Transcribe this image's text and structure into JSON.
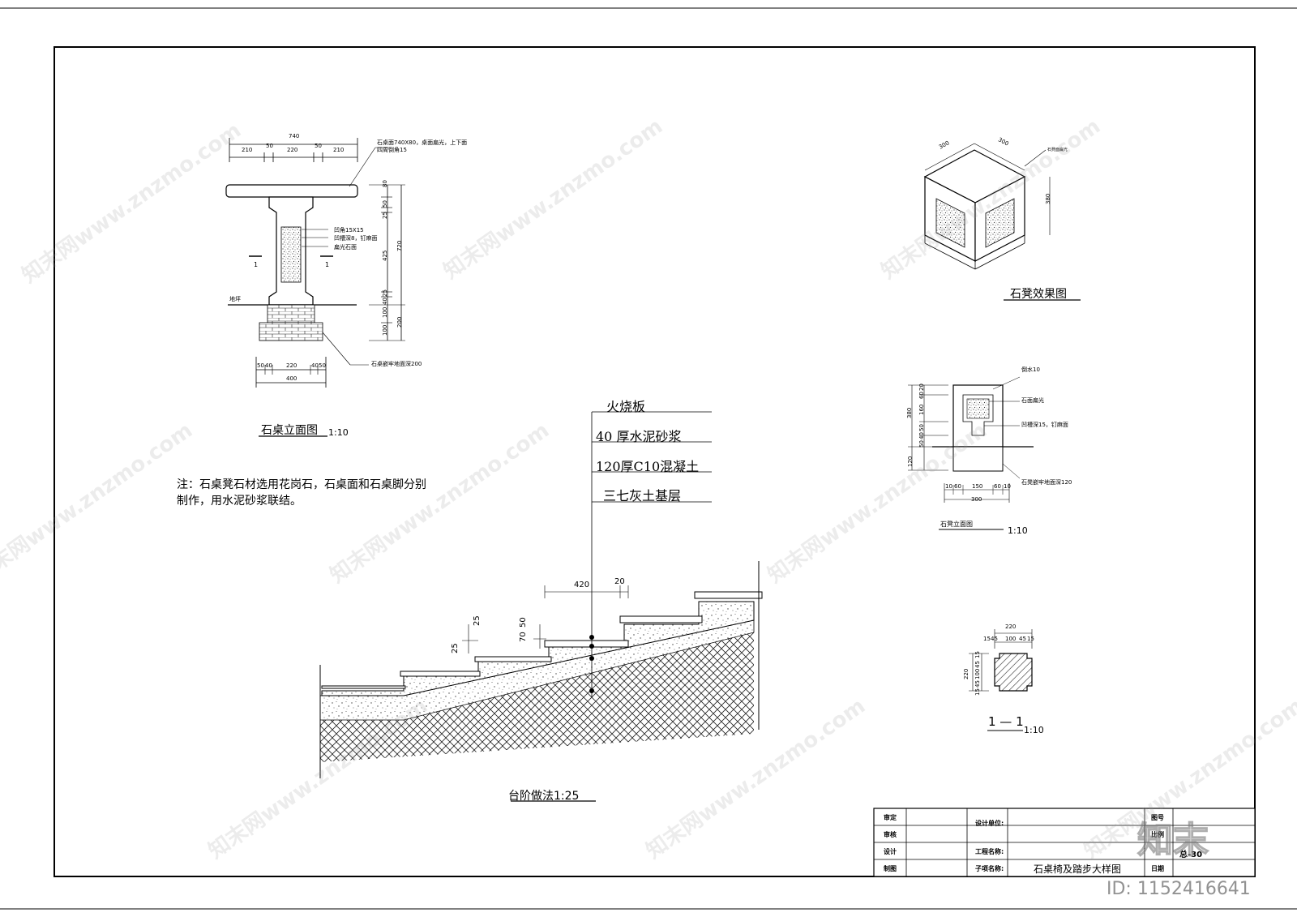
{
  "table_elevation": {
    "title": "石桌立面图",
    "scale": "1:10",
    "top_dim_total": "740",
    "top_dims": [
      "210",
      "50",
      "220",
      "50",
      "210"
    ],
    "top_note": "石桌面740X80，桌面扁光，上下面四周倒角15",
    "callouts": [
      "凹角15X15",
      "凹槽深8，钉麻面",
      "扁光石面"
    ],
    "ground_label": "地坪",
    "section_marks": [
      "1",
      "1"
    ],
    "right_dims_inner": [
      "80",
      "50",
      "25",
      "425",
      "25",
      "40",
      "100",
      "100"
    ],
    "right_dims_outer": [
      "720",
      "200"
    ],
    "bottom_dims": [
      "50",
      "40",
      "220",
      "40",
      "50"
    ],
    "bottom_total": "400",
    "bottom_note": "石桌嵌牢地面深200"
  },
  "note": {
    "line1": "注：石桌凳石材选用花岗石，石桌面和石桌脚分别",
    "line2": "制作，用水泥砂浆联结。"
  },
  "stool_render": {
    "title": "石凳效果图",
    "dims": [
      "300",
      "300",
      "380"
    ],
    "note": "石凳面扁光"
  },
  "stool_elevation": {
    "title": "石凳立面图",
    "scale": "1:10",
    "left_dims": [
      "20",
      "60",
      "160",
      "50",
      "40",
      "50",
      "120"
    ],
    "left_total": "380",
    "callouts": [
      "倒水10",
      "石面扁光",
      "凹槽深15，钉麻面",
      "石凳嵌牢地面深120"
    ],
    "bottom_dims": [
      "10",
      "60",
      "150",
      "60",
      "10"
    ],
    "bottom_total": "300"
  },
  "section_1_1": {
    "title": "1 — 1",
    "scale": "1:10",
    "top_total": "220",
    "top_dims": [
      "15",
      "45",
      "100",
      "45",
      "15"
    ],
    "left_total": "220",
    "left_dims": [
      "15",
      "45",
      "100",
      "45",
      "15"
    ]
  },
  "stairs": {
    "title": "台阶做法1:25",
    "layers": [
      "火烧板",
      "40  厚水泥砂浆",
      "120厚C10混凝土",
      "三七灰土基层"
    ],
    "dims": [
      "420",
      "20",
      "25",
      "25",
      "70",
      "50"
    ]
  },
  "title_block": {
    "review": "审定",
    "check": "审核",
    "design": "设计",
    "draw": "制图",
    "design_unit": "设计单位:",
    "project_name": "工程名称:",
    "sub_item": "子项名称:",
    "drawing_name": "石桌椅及踏步大样图",
    "drawing_no": "图号",
    "drawing_no_value": "总-30",
    "scale_label": "比例",
    "date_label": "日期"
  },
  "watermark": {
    "text": "知末网www.znzmo.com",
    "logo": "知末",
    "id": "ID: 1152416641"
  }
}
